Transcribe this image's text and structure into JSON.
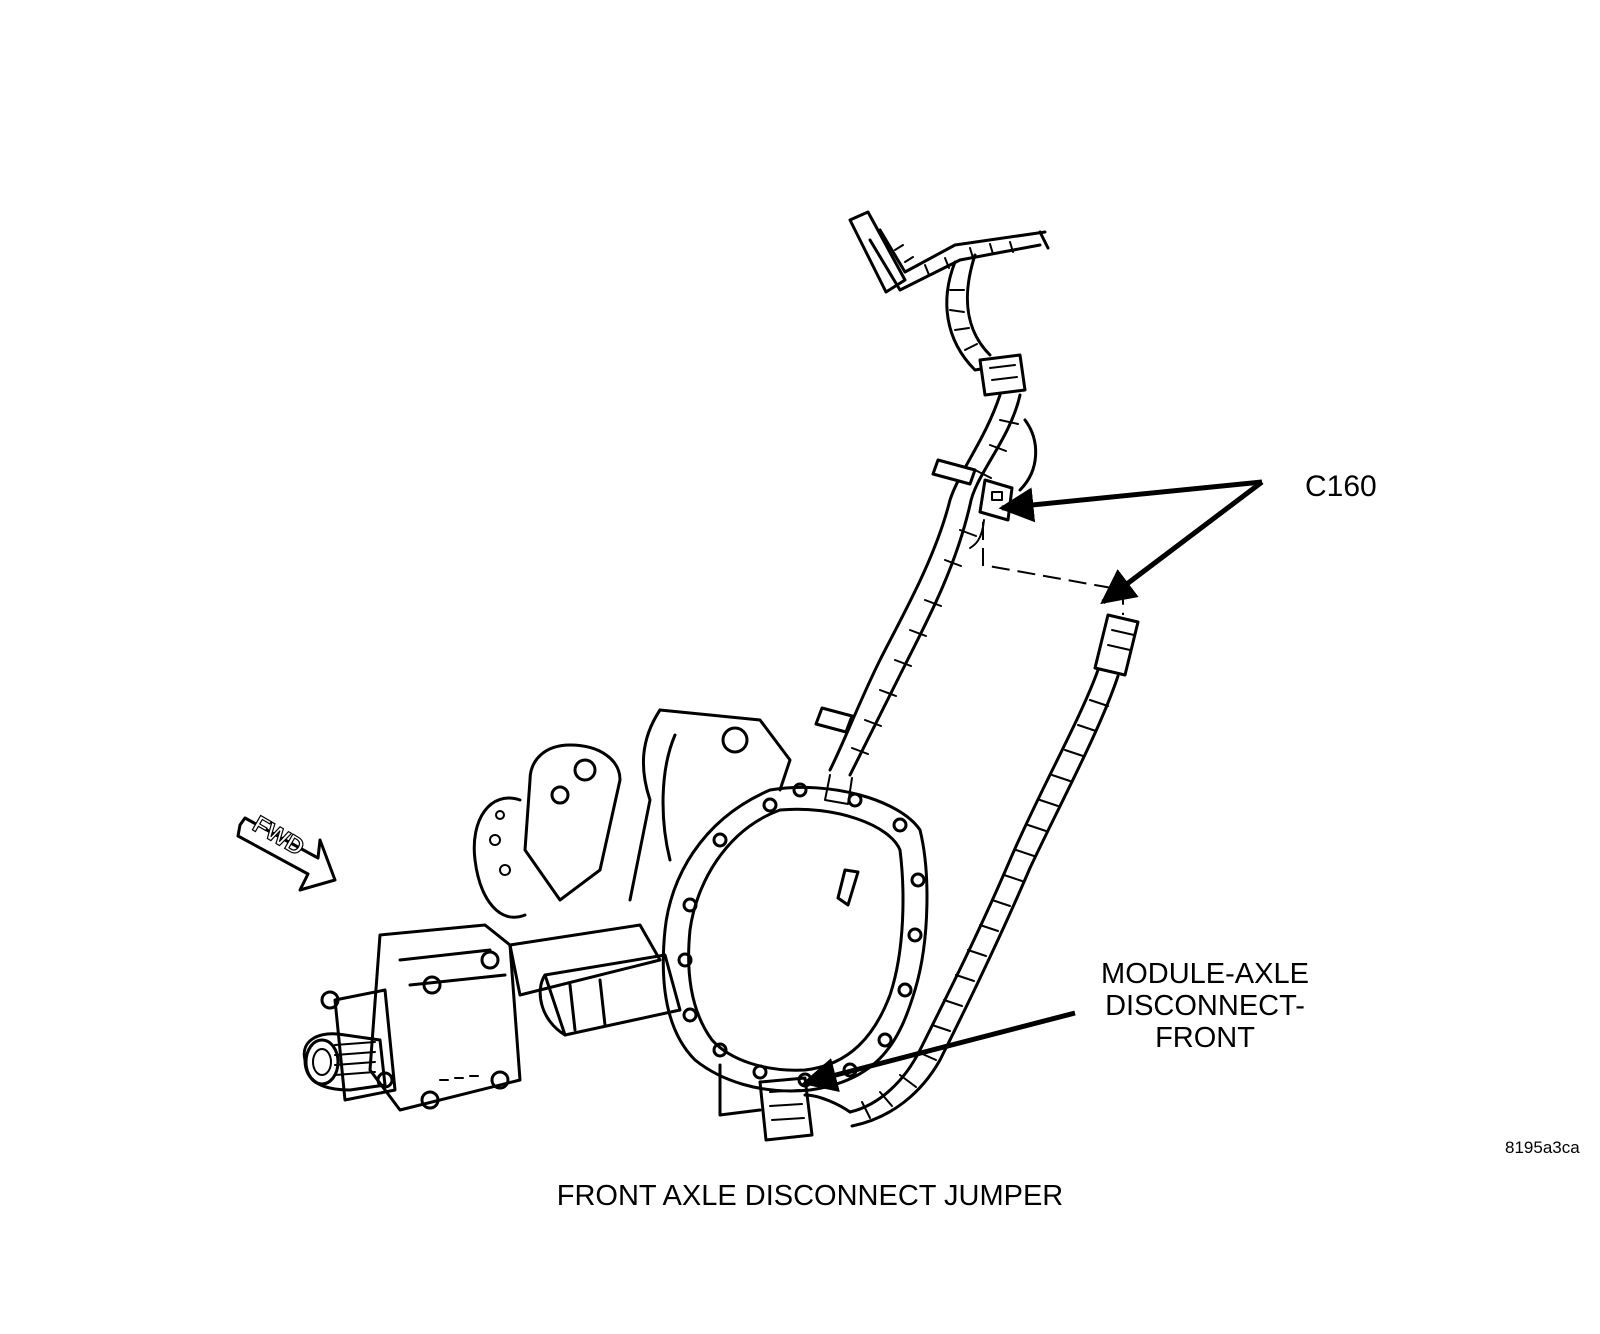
{
  "labels": {
    "connector": "C160",
    "module_lines": [
      "MODULE-AXLE",
      "DISCONNECT-",
      "FRONT"
    ],
    "forward_marker": "FWD",
    "figure_id": "8195a3ca",
    "caption": "FRONT AXLE DISCONNECT JUMPER"
  }
}
